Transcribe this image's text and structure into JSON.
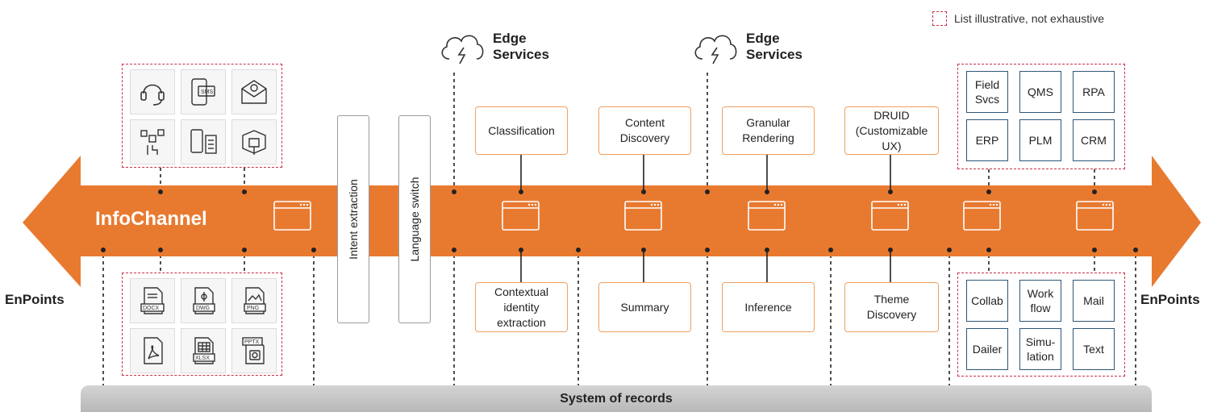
{
  "legend": {
    "text": "List illustrative, not exhaustive"
  },
  "channel": {
    "title": "InfoChannel"
  },
  "endpoints": {
    "left": "EnPoints",
    "right": "EnPoints"
  },
  "edge_services": [
    {
      "label": "Edge\nServices"
    },
    {
      "label": "Edge\nServices"
    }
  ],
  "vertical_steps": [
    {
      "label": "Intent extraction"
    },
    {
      "label": "Language switch"
    }
  ],
  "top_services": [
    {
      "label": "Classification"
    },
    {
      "label": "Content\nDiscovery"
    },
    {
      "label": "Granular\nRendering"
    },
    {
      "label": "DRUID\n(Customizable\nUX)"
    }
  ],
  "bottom_services": [
    {
      "label": "Contextual\nidentity\nextraction"
    },
    {
      "label": "Summary"
    },
    {
      "label": "Inference"
    },
    {
      "label": "Theme\nDiscovery"
    }
  ],
  "input_channels": [
    "headset-icon",
    "sms-icon",
    "email-icon",
    "social-media-icon",
    "mobile-apps-icon",
    "kiosk-icon"
  ],
  "file_types": [
    "DOCX",
    "DWG",
    "PNG",
    "PDF",
    "XLSX",
    "PPTX"
  ],
  "top_systems": [
    "Field\nSvcs",
    "QMS",
    "RPA",
    "ERP",
    "PLM",
    "CRM"
  ],
  "bottom_systems": [
    "Collab",
    "Work\nflow",
    "Mail",
    "Dailer",
    "Simu-\nlation",
    "Text"
  ],
  "footer": {
    "label": "System of records"
  },
  "colors": {
    "accent": "#e87a30",
    "dashed": "#c9304a",
    "system_border": "#2e5777",
    "footer_bar": "#c4c4c4"
  }
}
